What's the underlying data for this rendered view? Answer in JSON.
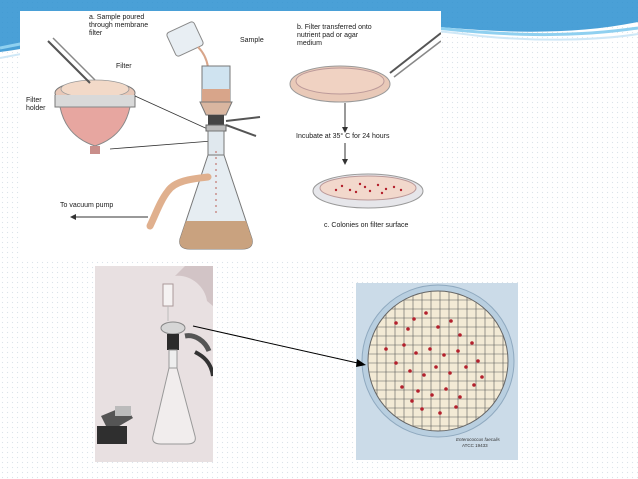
{
  "diagram": {
    "step_a": [
      "a. Sample poured",
      "through membrane",
      "filter"
    ],
    "sample": "Sample",
    "filter": "Filter",
    "filter_holder": [
      "Filter",
      "holder"
    ],
    "step_b": [
      "b. Filter transferred onto",
      "nutrient pad or agar",
      "medium"
    ],
    "incubate": "Incubate at 35° C for 24 hours",
    "step_c": "c. Colonies on filter surface",
    "vacuum": "To vacuum pump"
  },
  "plate": {
    "caption": [
      "Enterococcus faecalis",
      "ATCC 19433"
    ]
  },
  "colors": {
    "background": "#ffffff",
    "wave_blue": "#2a8fd0",
    "filter_pink": "#e6b39c",
    "colony_red": "#b3202c",
    "plate_blue": "#cbdbe8"
  }
}
